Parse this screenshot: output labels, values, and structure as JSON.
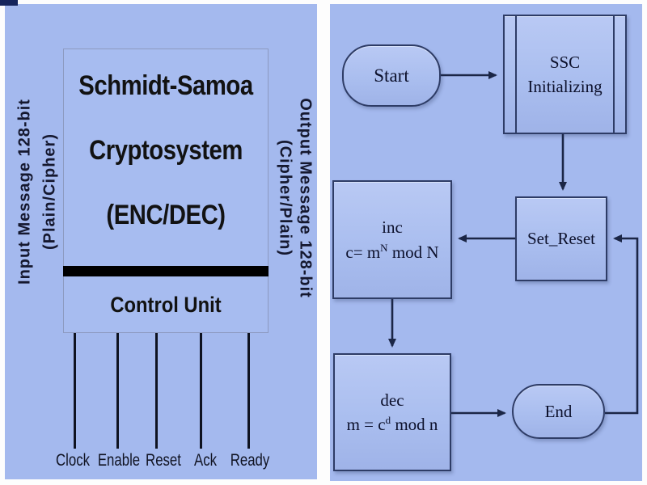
{
  "figure": {
    "description_left": "block-diagram",
    "description_right": "flowchart"
  },
  "colors": {
    "panel_bg": "#a4b9ee",
    "node_fill_top": "#b9c9f4",
    "node_fill_bottom": "#9fb3e8",
    "node_border": "#2e3c66",
    "connector": "#1b2646",
    "divider_bar": "#000000",
    "block_border": "#8d9ac0",
    "text": "#0c102b"
  },
  "left_panel": {
    "side_labels": {
      "input_line1": "Input Message 128-bit",
      "input_line2": "(Plain/Cipher)",
      "output_line1": "Output Message 128-bit",
      "output_line2": "(Cipher/Plain)"
    },
    "block": {
      "title_line1": "Schmidt-Samoa",
      "title_line2": "Cryptosystem",
      "title_line3": "(ENC/DEC)",
      "control_unit": "Control Unit"
    },
    "signals": [
      "Clock",
      "Enable",
      "Reset",
      "Ack",
      "Ready"
    ]
  },
  "right_panel": {
    "nodes": {
      "start": "Start",
      "ssc_line1": "SSC",
      "ssc_line2": "Initializing",
      "set_reset": "Set_Reset",
      "inc_label": "inc",
      "inc_formula_base": "c= m",
      "inc_formula_sup": "N",
      "inc_formula_rest": " mod N",
      "dec_label": "dec",
      "dec_formula_base": "m = c",
      "dec_formula_sup": "d",
      "dec_formula_rest": " mod n",
      "end": "End"
    }
  }
}
